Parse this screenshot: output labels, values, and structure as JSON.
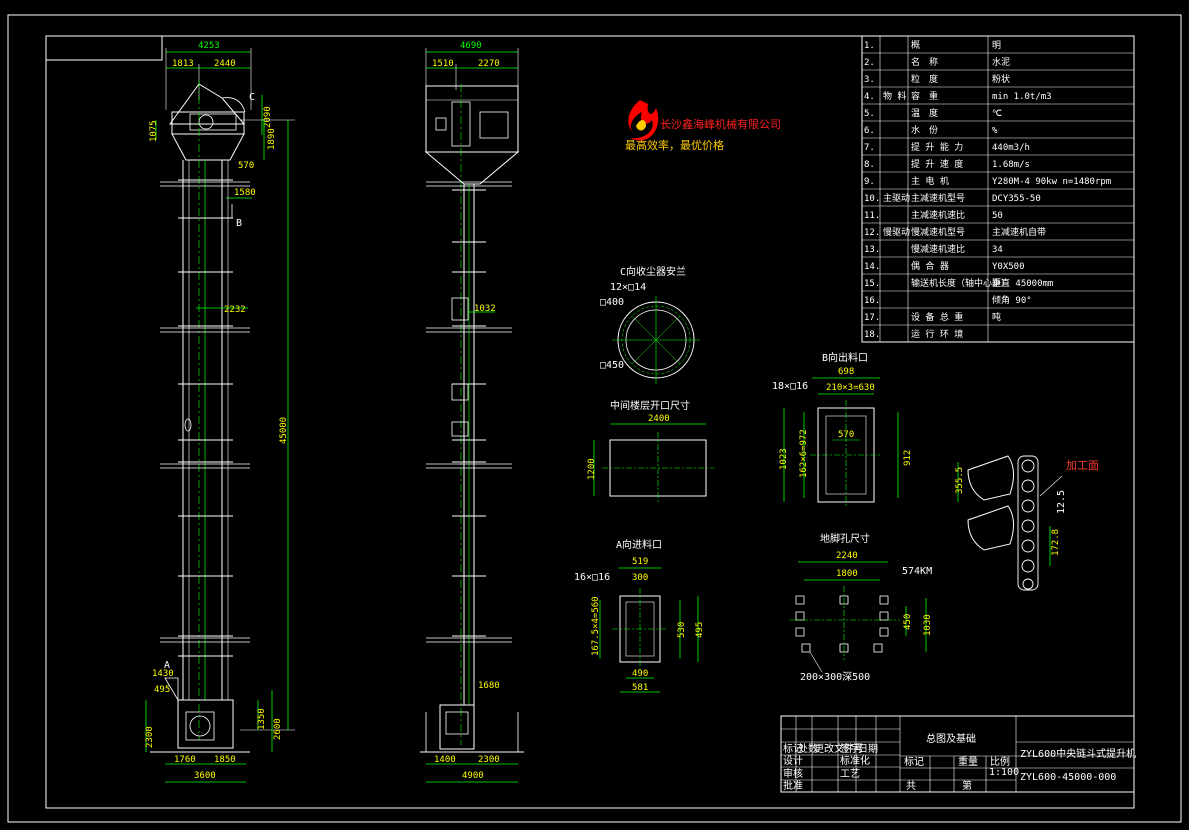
{
  "colors": {
    "background": "#000000",
    "line": "#ffffff",
    "dim": "#00ff00",
    "center": "#00ff00",
    "yellow": "#ffff00",
    "accent": "#ff0000",
    "cyan": "#00ffff"
  },
  "front_view": {
    "dims_top": {
      "overall": "4253",
      "left": "1813",
      "right": "2440"
    },
    "label_c": "C",
    "label_b": "B",
    "label_a": "A",
    "dims_side": [
      "1075",
      "2090",
      "1890"
    ],
    "dims_small": [
      "570",
      "1580"
    ],
    "dim_mid": "2232",
    "dim_height": "45000",
    "dims_bottom_left": [
      "1430",
      "495",
      "2300"
    ],
    "dims_bottom_right": [
      "1350",
      "2600"
    ],
    "dims_base": {
      "left": "1760",
      "right": "1850",
      "overall": "3600"
    }
  },
  "side_view": {
    "dims_top": {
      "overall": "4690",
      "left": "1510",
      "right": "2270"
    },
    "dim_mid": "1032",
    "dim_low": "1680",
    "dims_base": {
      "left": "1400",
      "right": "2300",
      "overall": "4900"
    }
  },
  "logo": {
    "company": "长沙鑫海峰机械有限公司",
    "slogan": "最高效率，最优价格"
  },
  "spec_table": {
    "rows": [
      {
        "num": "1.",
        "group": "",
        "name": "概",
        "value": "明"
      },
      {
        "num": "2.",
        "group": "",
        "name": "名　称",
        "value": "水泥"
      },
      {
        "num": "3.",
        "group": "",
        "name": "粒　度",
        "value": "粉状"
      },
      {
        "num": "4.",
        "group": "物 料",
        "name": "容　重",
        "value": "min 1.0t/m3"
      },
      {
        "num": "5.",
        "group": "",
        "name": "温　度",
        "value": "℃"
      },
      {
        "num": "6.",
        "group": "",
        "name": "水　份",
        "value": "%"
      },
      {
        "num": "7.",
        "group": "",
        "name": "提 升 能 力",
        "value": "440m3/h"
      },
      {
        "num": "8.",
        "group": "",
        "name": "提 升 速 度",
        "value": "1.68m/s"
      },
      {
        "num": "9.",
        "group": "",
        "name": "主 电 机",
        "value": "Y280M-4 90kw n=1480rpm"
      },
      {
        "num": "10.",
        "group": "主驱动",
        "name": "主减速机型号",
        "value": "DCY355-50"
      },
      {
        "num": "11.",
        "group": "",
        "name": "主减速机速比",
        "value": "50"
      },
      {
        "num": "12.",
        "group": "慢驱动",
        "name": "慢减速机型号",
        "value": "主减速机自带"
      },
      {
        "num": "13.",
        "group": "",
        "name": "慢减速机速比",
        "value": "34"
      },
      {
        "num": "14.",
        "group": "",
        "name": "偶 合 器",
        "value": "Y0X500"
      },
      {
        "num": "15.",
        "group": "",
        "name": "输送机长度（轴中心距）",
        "value": "垂直 45000mm"
      },
      {
        "num": "16.",
        "group": "",
        "name": "",
        "value": "倾角 90°"
      },
      {
        "num": "17.",
        "group": "",
        "name": "设 备 总 重",
        "value": "吨"
      },
      {
        "num": "18.",
        "group": "",
        "name": "运 行 环 境",
        "value": ""
      }
    ]
  },
  "details": {
    "c_flange": {
      "title": "C向收尘器安兰",
      "holes": "12×□14",
      "outer": "□400",
      "inner": "□450"
    },
    "mid_floor": {
      "title": "中间楼层开口尺寸",
      "w": "2400",
      "h": "1200"
    },
    "b_outlet": {
      "title": "B向出料口",
      "holes": "18×□16",
      "w_outer": "698",
      "w_pitch": "210×3=630",
      "w_inner": "570",
      "h_left": "1023",
      "h_pitch": "162×6=972",
      "h_right": "912"
    },
    "a_inlet": {
      "title": "A向进料口",
      "holes": "16×□16",
      "w_outer": "519",
      "w_inner": "300",
      "h_pitch": "167.5×4=560",
      "h_inner": "530",
      "h_outer": "495",
      "w_bot": "490",
      "w_bot2": "581"
    },
    "foundation": {
      "title": "地脚孔尺寸",
      "w_outer": "2240",
      "w_inner": "1800",
      "bolt": "574KM",
      "h_inner": "450",
      "h_outer": "1030",
      "pocket": "200×300深500"
    },
    "bucket": {
      "label": "加工面",
      "d1": "355.5",
      "d2": "12.5",
      "d3": "172.8"
    }
  },
  "title_block": {
    "drawing_title": "总图及基础",
    "machine": "ZYL600中央链斗式提升机",
    "number": "ZYL600-45000-000",
    "scale": "1:100",
    "scale_label": "比例",
    "weight_label": "重量",
    "marker_label": "标记",
    "sheet_label": "共",
    "sheet_of": "第",
    "small": [
      "标记",
      "处数",
      "更改文件号",
      "签字",
      "日期",
      "设计",
      "标准化",
      "审核",
      "工艺",
      "批准"
    ]
  }
}
